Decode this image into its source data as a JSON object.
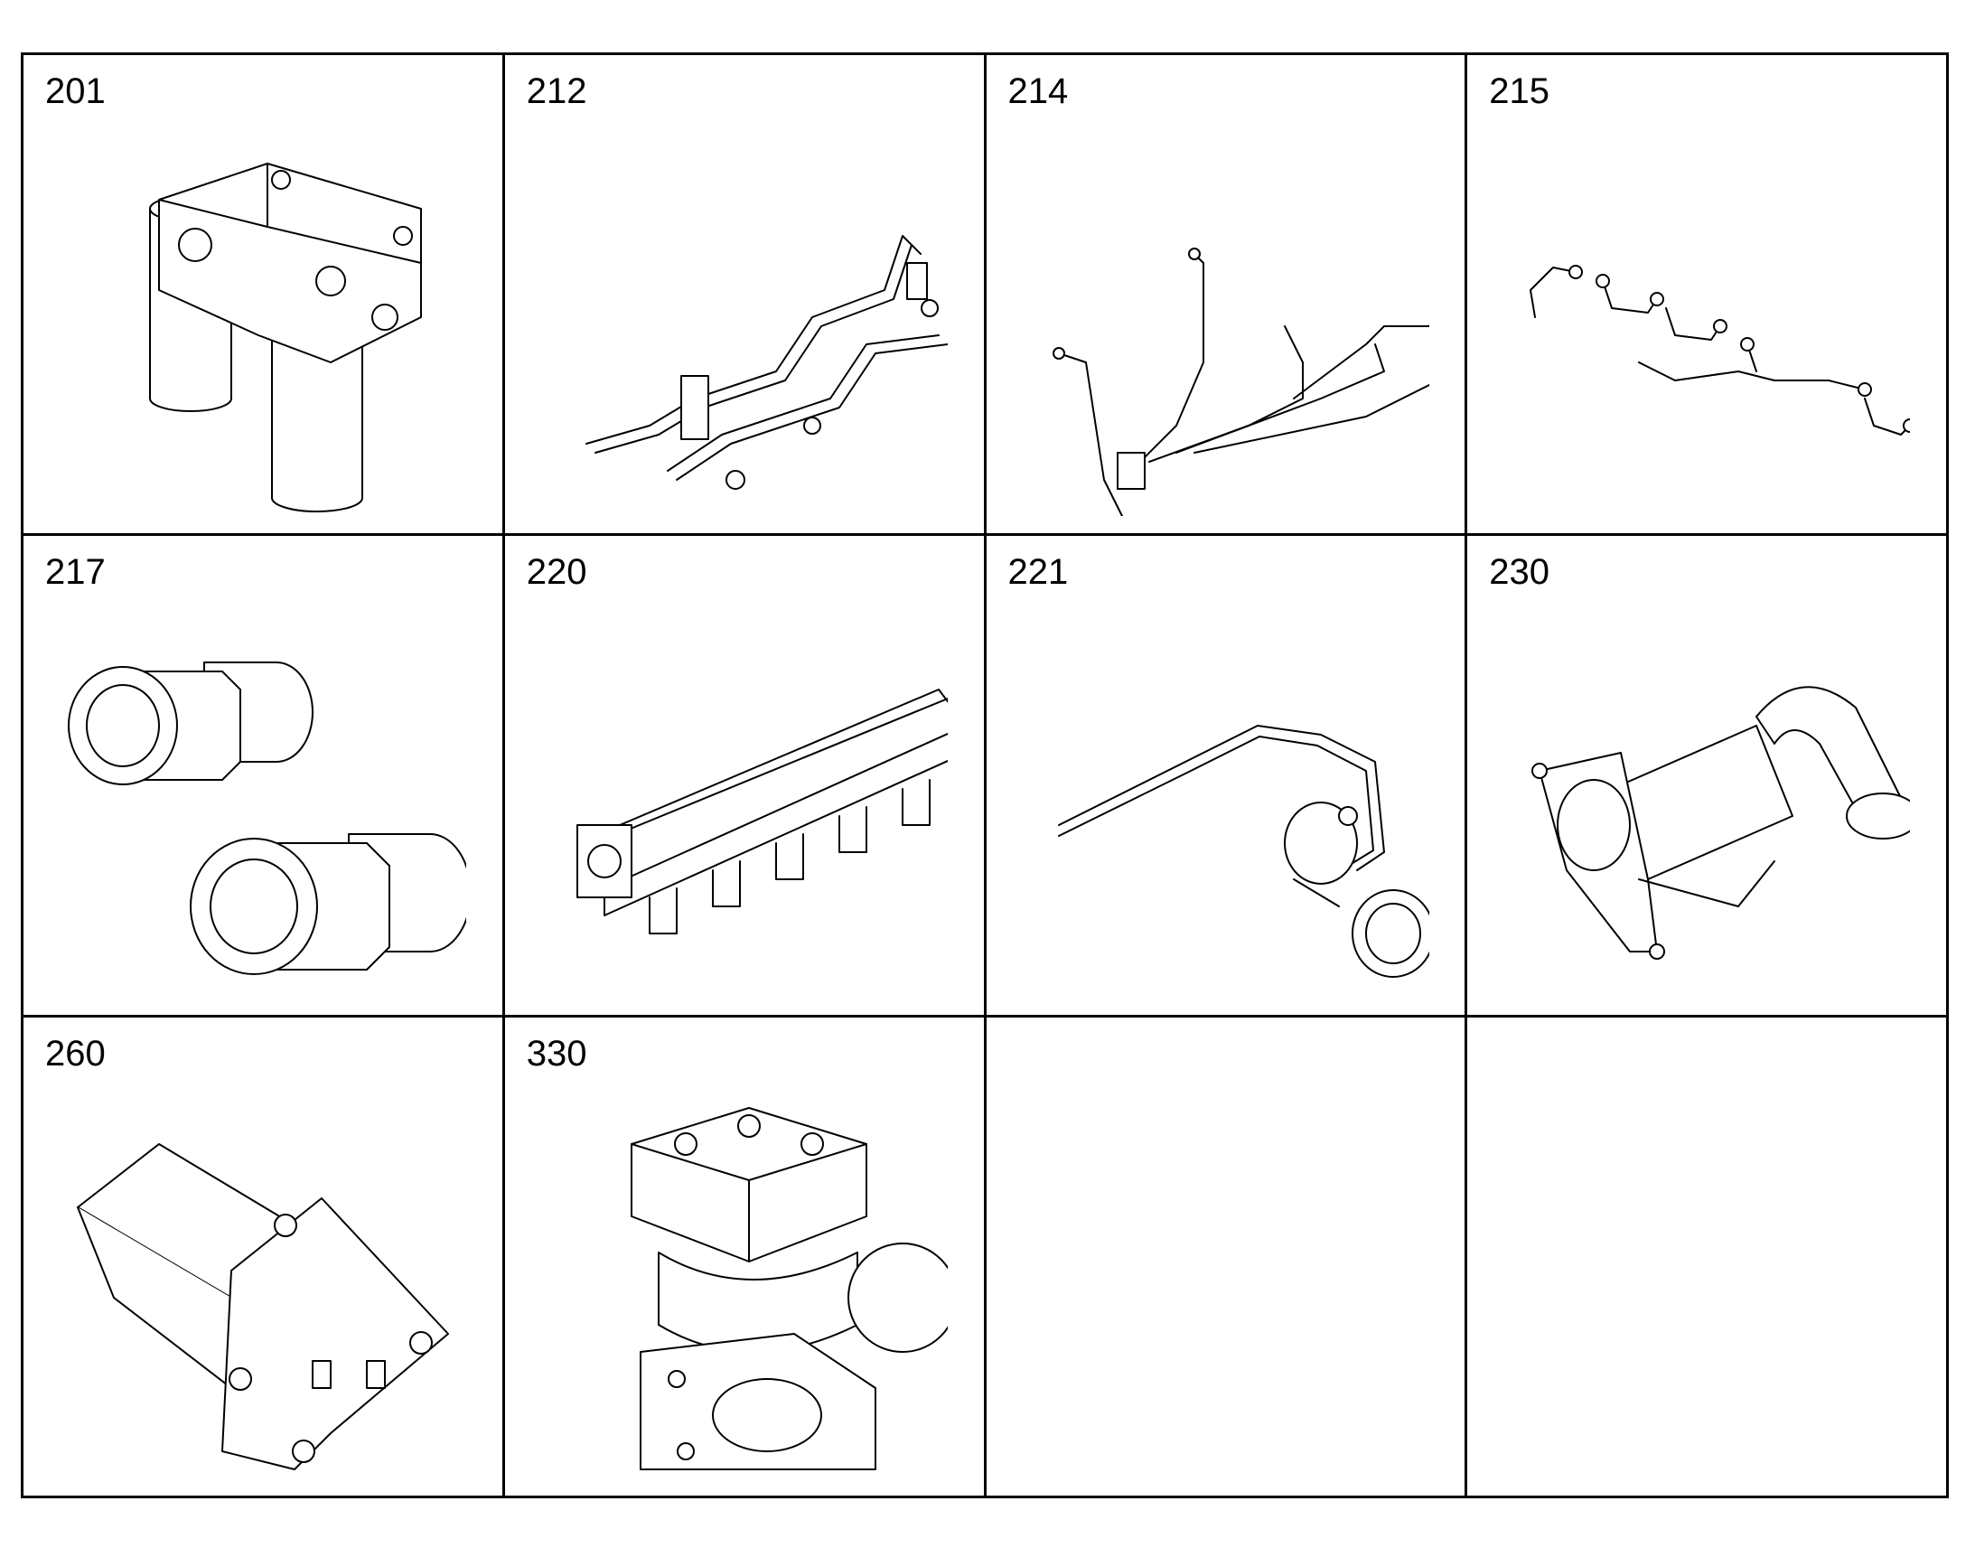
{
  "cells": [
    {
      "number": "201",
      "icon": "fuel-filter-assembly-icon"
    },
    {
      "number": "212",
      "icon": "fuel-lines-assembly-icon"
    },
    {
      "number": "214",
      "icon": "injection-lines-icon"
    },
    {
      "number": "215",
      "icon": "injection-pipes-icon"
    },
    {
      "number": "217",
      "icon": "pipe-fittings-icon"
    },
    {
      "number": "220",
      "icon": "intake-manifold-icon"
    },
    {
      "number": "221",
      "icon": "coolant-pipe-icon"
    },
    {
      "number": "230",
      "icon": "air-intake-pipe-icon"
    },
    {
      "number": "260",
      "icon": "control-unit-bracket-icon"
    },
    {
      "number": "330",
      "icon": "air-compressor-icon"
    },
    {
      "number": ""
    },
    {
      "number": ""
    }
  ]
}
